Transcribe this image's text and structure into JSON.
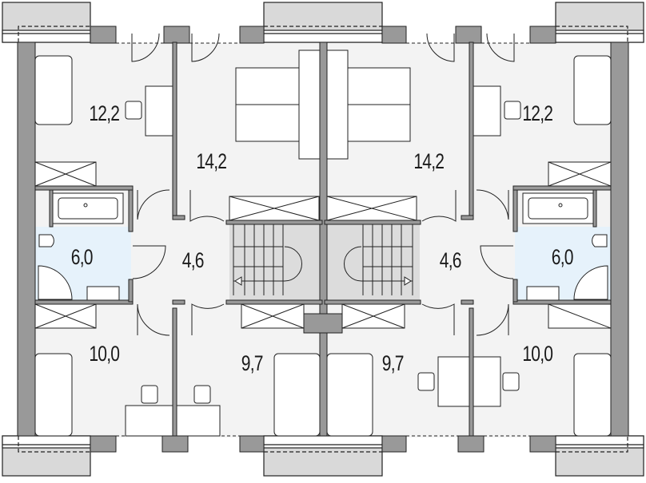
{
  "diagram": {
    "type": "floor-plan",
    "description": "Upper floor of semi-detached house (mirrored units)",
    "colors": {
      "wall": "#999999",
      "wall_outline": "#222222",
      "floor": "#f3f3f3",
      "bathroom_floor": "#e6f2fb",
      "stairs": "#dcdcdc",
      "window_sill": "#d9d9d9",
      "furniture": "#ffffff"
    },
    "rooms": [
      {
        "id": "bedroom-nw",
        "area": "12,2"
      },
      {
        "id": "bedroom-n-left",
        "area": "14,2"
      },
      {
        "id": "bedroom-n-right",
        "area": "14,2"
      },
      {
        "id": "bedroom-ne",
        "area": "12,2"
      },
      {
        "id": "bathroom-left",
        "area": "6,0"
      },
      {
        "id": "hall-left",
        "area": "4,6"
      },
      {
        "id": "hall-right",
        "area": "4,6"
      },
      {
        "id": "bathroom-right",
        "area": "6,0"
      },
      {
        "id": "bedroom-sw",
        "area": "10,0"
      },
      {
        "id": "bedroom-s-left",
        "area": "9,7"
      },
      {
        "id": "bedroom-s-right",
        "area": "9,7"
      },
      {
        "id": "bedroom-se",
        "area": "10,0"
      }
    ]
  }
}
